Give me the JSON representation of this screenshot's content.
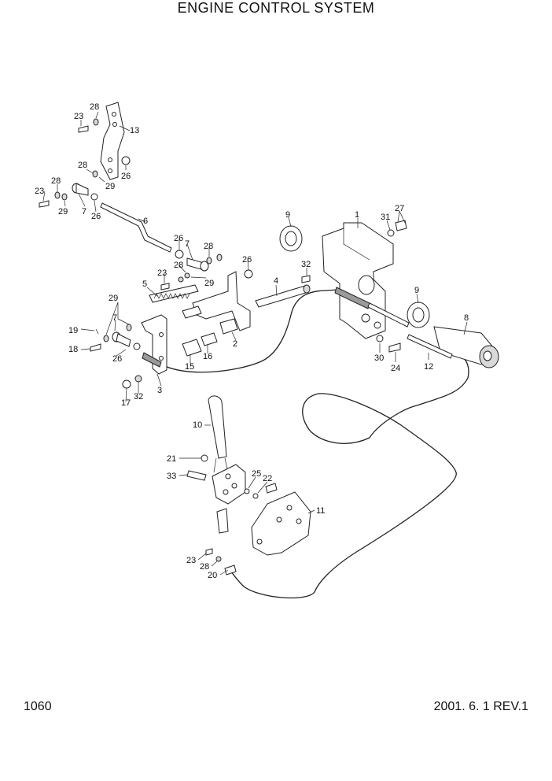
{
  "title": "ENGINE CONTROL SYSTEM",
  "page_number": "1060",
  "revision": "2001. 6. 1 REV.1",
  "callouts": {
    "c1": "1",
    "c2": "2",
    "c3": "3",
    "c4": "4",
    "c5": "5",
    "c6": "6",
    "c7a": "7",
    "c7b": "7",
    "c7c": "7",
    "c8": "8",
    "c9a": "9",
    "c9b": "9",
    "c10": "10",
    "c11": "11",
    "c12": "12",
    "c13": "13",
    "c15": "15",
    "c16": "16",
    "c17": "17",
    "c18": "18",
    "c19": "19",
    "c20": "20",
    "c21": "21",
    "c22": "22",
    "c23a": "23",
    "c23b": "23",
    "c23c": "23",
    "c23d": "23",
    "c24": "24",
    "c25": "25",
    "c26a": "26",
    "c26b": "26",
    "c26c": "26",
    "c26d": "26",
    "c26e": "26",
    "c27": "27",
    "c28a": "28",
    "c28b": "28",
    "c28c": "28",
    "c28d": "28",
    "c28e": "28",
    "c28f": "28",
    "c29a": "29",
    "c29b": "29",
    "c29c": "29",
    "c29d": "29",
    "c30": "30",
    "c31": "31",
    "c32a": "32",
    "c32b": "32",
    "c33": "33"
  }
}
